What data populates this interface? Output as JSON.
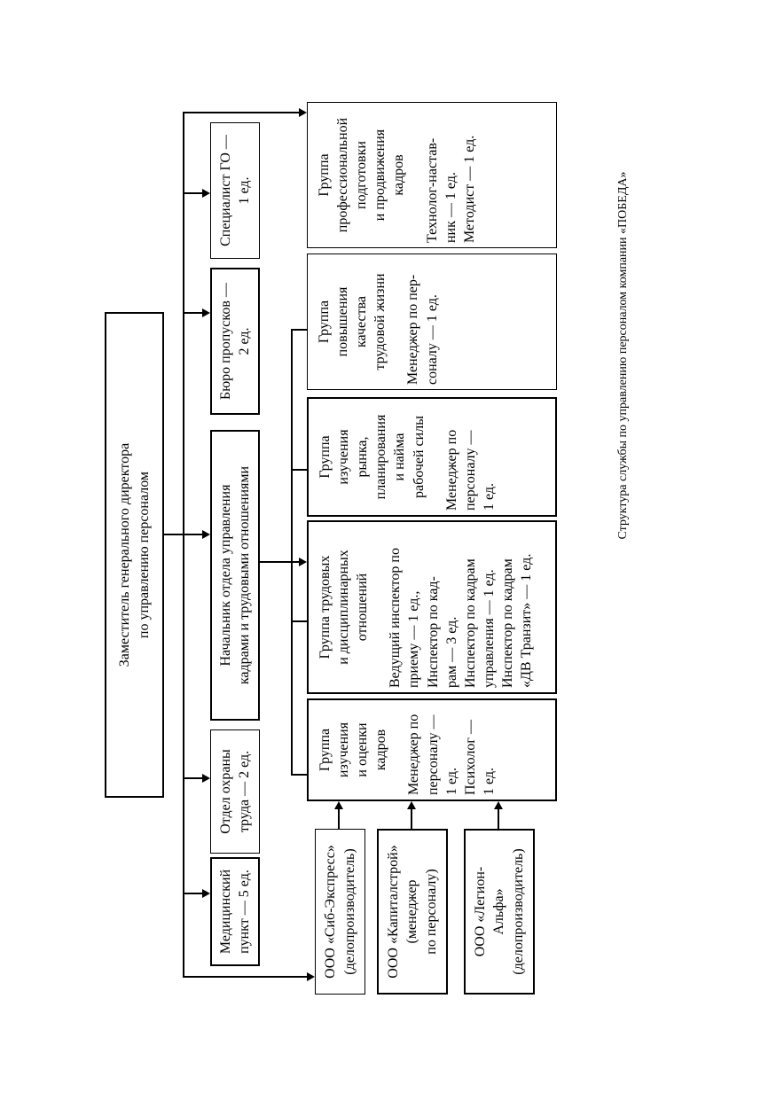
{
  "org": {
    "director": "Заместитель генерального директора\nпо управлению персоналом",
    "level2": [
      {
        "id": "medical",
        "label": "Медицинский\nпункт — 5 ед."
      },
      {
        "id": "labor-safety",
        "label": "Отдел охраны\nтруда — 2 ед."
      },
      {
        "id": "hr-department-head",
        "label": "Начальник отдела управления\nкадрами и трудовыми отношениями"
      },
      {
        "id": "pass-bureau",
        "label": "Бюро пропусков —\n2 ед."
      },
      {
        "id": "civil-defense",
        "label": "Специалист ГО —\n1 ед."
      }
    ],
    "groups": [
      {
        "title": "Группа\nизучения\nи оценки\nкадров",
        "staff": "Менеджер по\nперсоналу —\n1 ед.\nПсихолог —\n1 ед."
      },
      {
        "title": "Группа трудовых\nи дисциплинарных\nотношений",
        "staff": "Ведущий инспектор по\nприему — 1 ед.,\nИнспектор по кад-\nрам — 3 ед.\nИнспектор по кадрам\nуправления — 1 ед.\nИнспектор по кадрам\n«ДВ Транзит» — 1 ед."
      },
      {
        "title": "Группа\nизучения\nрынка,\nпланирования\nи найма\nрабочей силы",
        "staff": "Менеджер по\nперсоналу —\n1 ед."
      },
      {
        "title": "Группа\nповышения\nкачества\nтрудовой жизни",
        "staff": "Менеджер по пер-\nсоналу — 1 ед."
      },
      {
        "title": "Группа\nпрофессиональной\nподготовки\nи продвижения\nкадров",
        "staff": "Технолог-настав-\nник — 1 ед.\nМетодист — 1 ед."
      }
    ],
    "contractors": [
      {
        "label": "ООО «Сиб-Экспресс»\n(делопроизводитель)"
      },
      {
        "label": "ООО «Капиталстрой»\n(менеджер\nпо персоналу)"
      },
      {
        "label": "ООО «Легион-\nАльфа»\n(делопроизводитель)"
      }
    ],
    "caption": "Структура службы по управлению персоналом компании «ПОБЕДА»"
  },
  "colors": {
    "line": "#000000",
    "background": "#ffffff"
  }
}
